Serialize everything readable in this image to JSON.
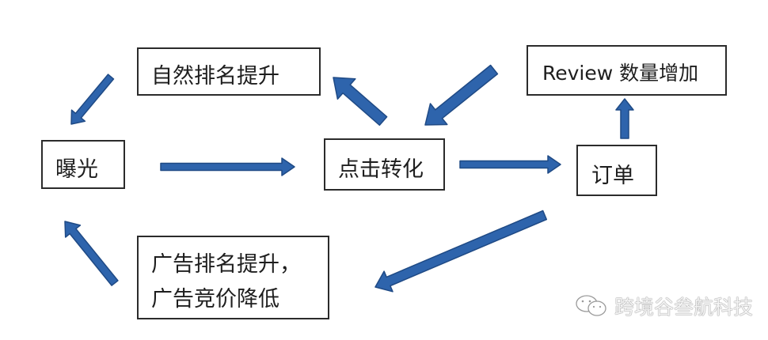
{
  "diagram": {
    "nodes": {
      "exposure": "曝光",
      "natural_rank": "自然排名提升",
      "click_conversion": "点击转化",
      "review": "Review 数量增加",
      "order": "订单",
      "ad_line1": "广告排名提升，",
      "ad_line2": "广告竞价降低"
    },
    "edges": [
      {
        "from": "exposure",
        "to": "click_conversion"
      },
      {
        "from": "click_conversion",
        "to": "order"
      },
      {
        "from": "order",
        "to": "review"
      },
      {
        "from": "review",
        "to": "click_conversion"
      },
      {
        "from": "click_conversion",
        "to": "natural_rank"
      },
      {
        "from": "natural_rank",
        "to": "exposure"
      },
      {
        "from": "order",
        "to": "ad"
      },
      {
        "from": "ad",
        "to": "exposure"
      }
    ],
    "arrow_color": "#2e64ac",
    "arrow_outline": "#1f4a85"
  },
  "watermark": {
    "text": "跨境谷叁航科技",
    "icon": "wechat-icon"
  }
}
